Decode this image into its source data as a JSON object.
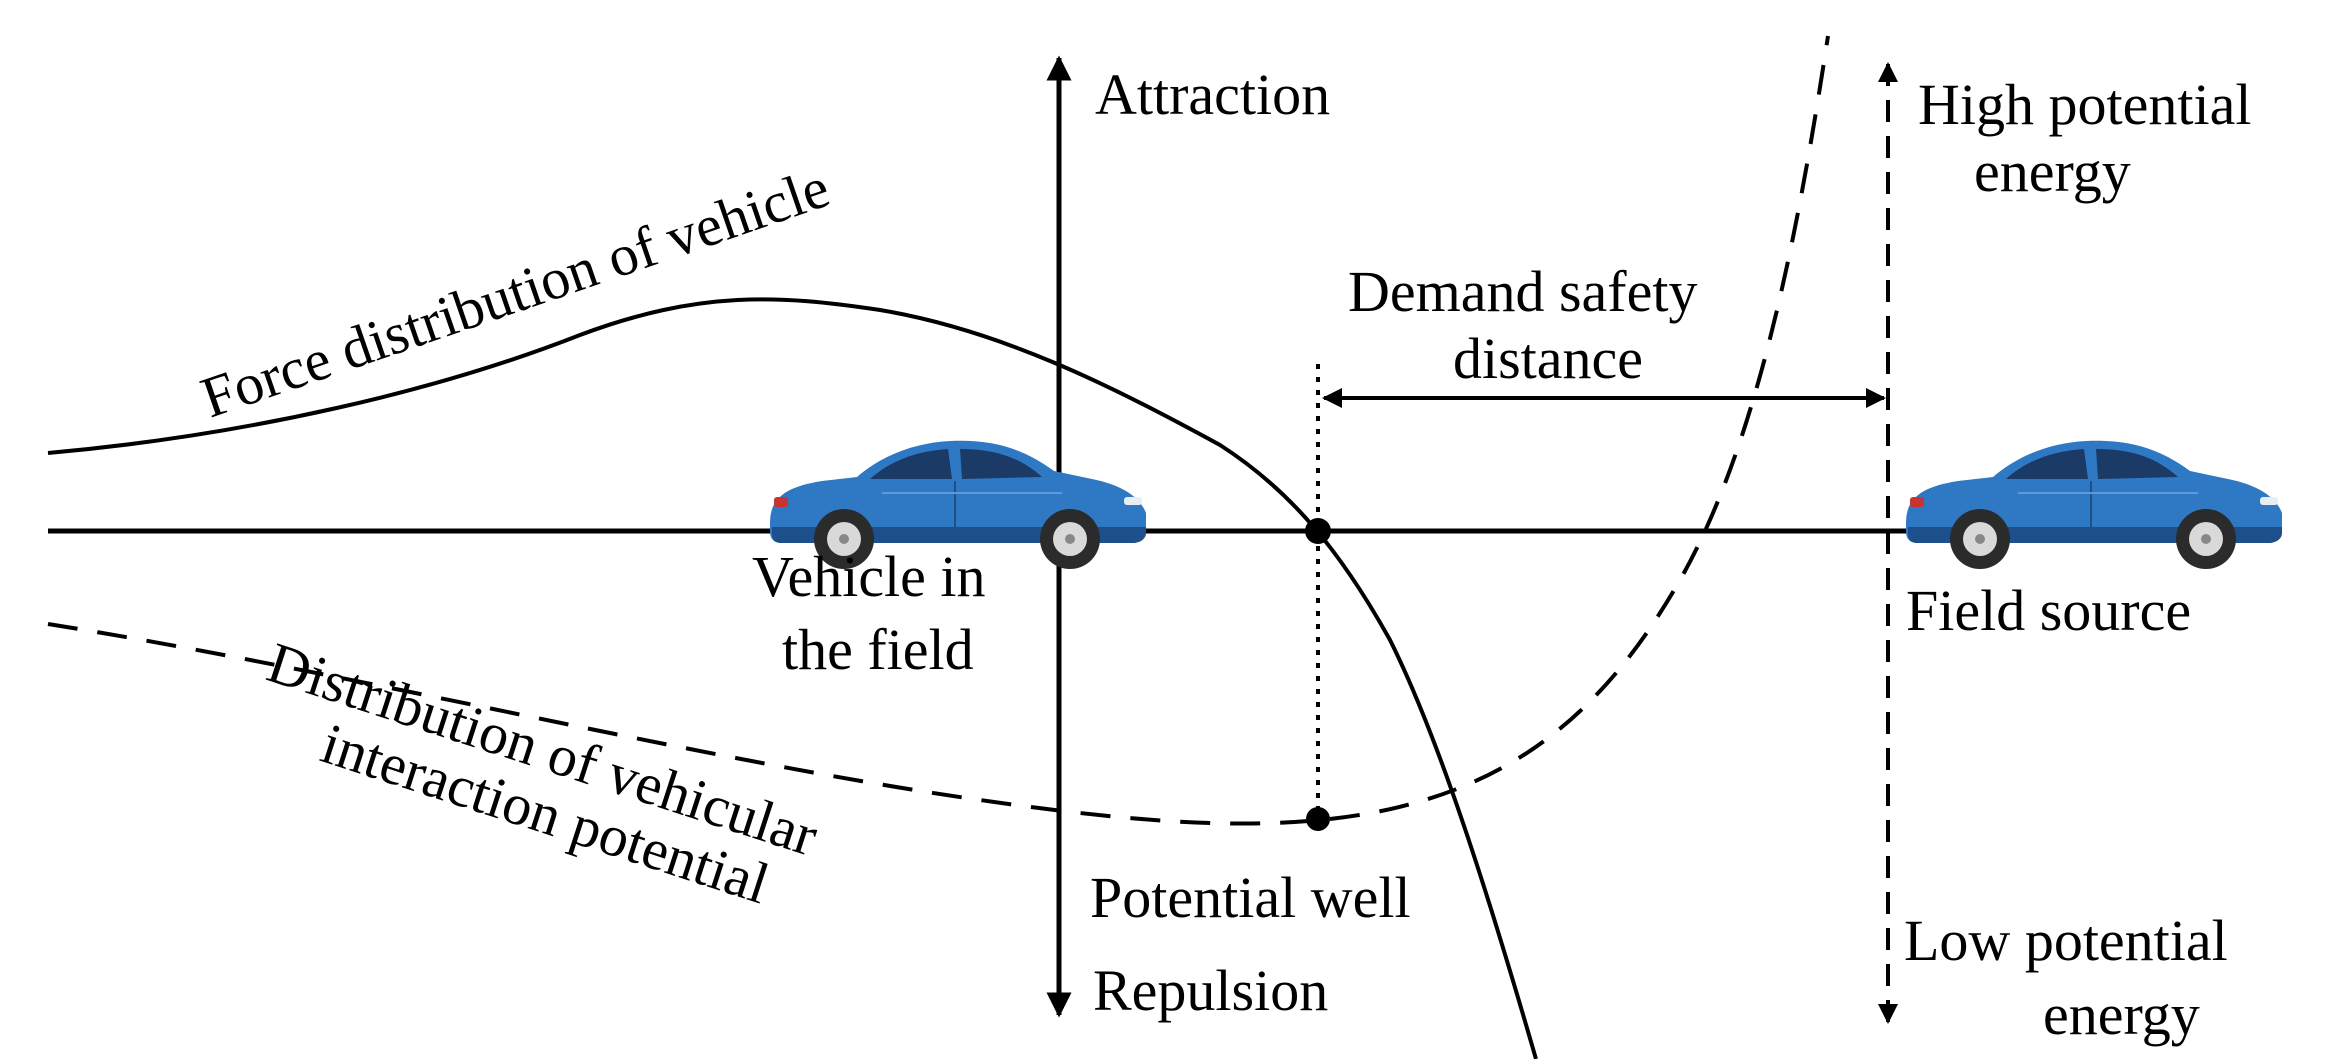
{
  "labels": {
    "attraction": "Attraction",
    "repulsion": "Repulsion",
    "high_potential_line1": "High potential",
    "high_potential_line2": "energy",
    "low_potential_line1": "Low potential",
    "low_potential_line2": "energy",
    "demand_safety_line1": "Demand safety",
    "demand_safety_line2": "distance",
    "vehicle_in_field_line1": "Vehicle in",
    "vehicle_in_field_line2": "the field",
    "field_source": "Field source",
    "potential_well": "Potential well",
    "force_distribution": "Force distribution of vehicle",
    "potential_distribution_line1": "Distribution  of vehicular",
    "potential_distribution_line2": "interaction potential"
  },
  "colors": {
    "line": "#000000",
    "car_body": "#2f78c4",
    "car_dark": "#1d4f8a",
    "car_window": "#1b3a66",
    "wheel": "#2b2b2b",
    "rim": "#d9d9d9"
  },
  "icons": [
    "car-icon",
    "car-icon"
  ]
}
